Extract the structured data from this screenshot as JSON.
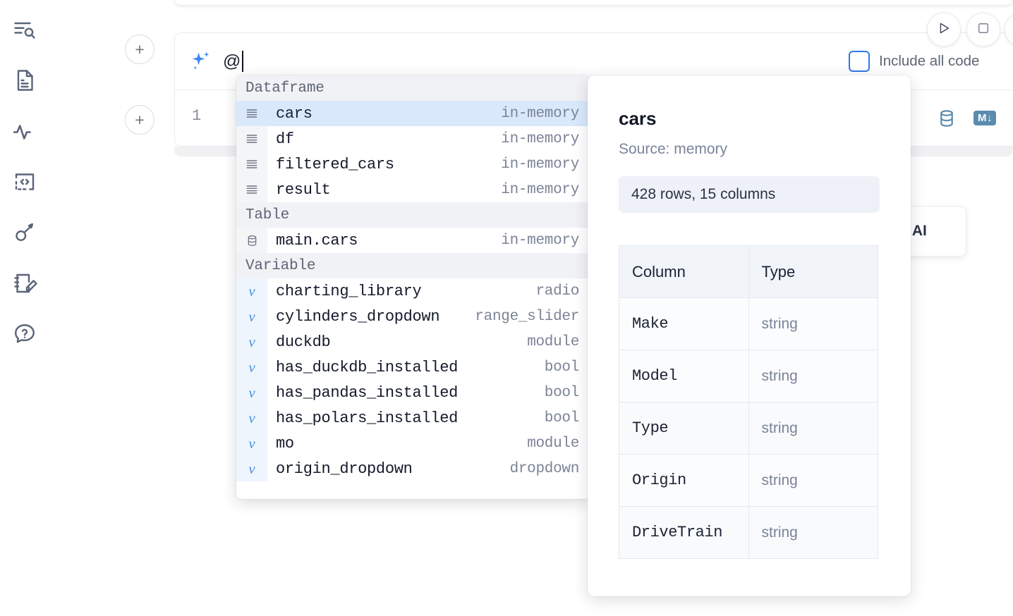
{
  "sidebar": {
    "items": [
      {
        "name": "outline-search-icon",
        "label": "Outline"
      },
      {
        "name": "file-document-icon",
        "label": "Notebook file"
      },
      {
        "name": "activity-pulse-icon",
        "label": "Activity"
      },
      {
        "name": "code-snippet-icon",
        "label": "Snippets"
      },
      {
        "name": "key-icon",
        "label": "Secrets"
      },
      {
        "name": "scratchpad-edit-icon",
        "label": "Scratchpad"
      },
      {
        "name": "help-chat-icon",
        "label": "Help"
      }
    ]
  },
  "toolbar": {
    "add_cell_label": "+",
    "run_label": "Run",
    "stop_label": "Stop",
    "include_all_code_label": "Include all code",
    "include_all_code_checked": false,
    "database_label": "Database",
    "markdown_label": "M",
    "markdown_arrow": "↓"
  },
  "ai_prompt": {
    "value": "@",
    "icon": "sparkle-ai-icon"
  },
  "editor": {
    "line_number": "1"
  },
  "ai_card": {
    "text": "h AI"
  },
  "autocomplete": {
    "groups": [
      {
        "label": "Dataframe",
        "icon": "dataframe-icon",
        "kind": "dataframe",
        "items": [
          {
            "name": "cars",
            "type": "in-memory",
            "selected": true
          },
          {
            "name": "df",
            "type": "in-memory",
            "selected": false
          },
          {
            "name": "filtered_cars",
            "type": "in-memory",
            "selected": false
          },
          {
            "name": "result",
            "type": "in-memory",
            "selected": false
          }
        ]
      },
      {
        "label": "Table",
        "icon": "database-icon",
        "kind": "table",
        "items": [
          {
            "name": "main.cars",
            "type": "in-memory",
            "selected": false
          }
        ]
      },
      {
        "label": "Variable",
        "icon": "variable-icon",
        "kind": "variable",
        "items": [
          {
            "name": "charting_library",
            "type": "radio",
            "selected": false
          },
          {
            "name": "cylinders_dropdown",
            "type": "range_slider",
            "selected": false
          },
          {
            "name": "duckdb",
            "type": "module",
            "selected": false
          },
          {
            "name": "has_duckdb_installed",
            "type": "bool",
            "selected": false
          },
          {
            "name": "has_pandas_installed",
            "type": "bool",
            "selected": false
          },
          {
            "name": "has_polars_installed",
            "type": "bool",
            "selected": false
          },
          {
            "name": "mo",
            "type": "module",
            "selected": false
          },
          {
            "name": "origin_dropdown",
            "type": "dropdown",
            "selected": false
          }
        ]
      }
    ]
  },
  "detail_panel": {
    "title": "cars",
    "source": "Source: memory",
    "shape": "428 rows, 15 columns",
    "columns_header": "Column",
    "type_header": "Type",
    "rows": [
      {
        "column": "Make",
        "type": "string"
      },
      {
        "column": "Model",
        "type": "string"
      },
      {
        "column": "Type",
        "type": "string"
      },
      {
        "column": "Origin",
        "type": "string"
      },
      {
        "column": "DriveTrain",
        "type": "string"
      }
    ]
  },
  "colors": {
    "accent_blue": "#3b82f6",
    "selected_row": "#d9e9fb",
    "steel_blue": "#5b8cad",
    "icon_slate": "#5a6478"
  }
}
